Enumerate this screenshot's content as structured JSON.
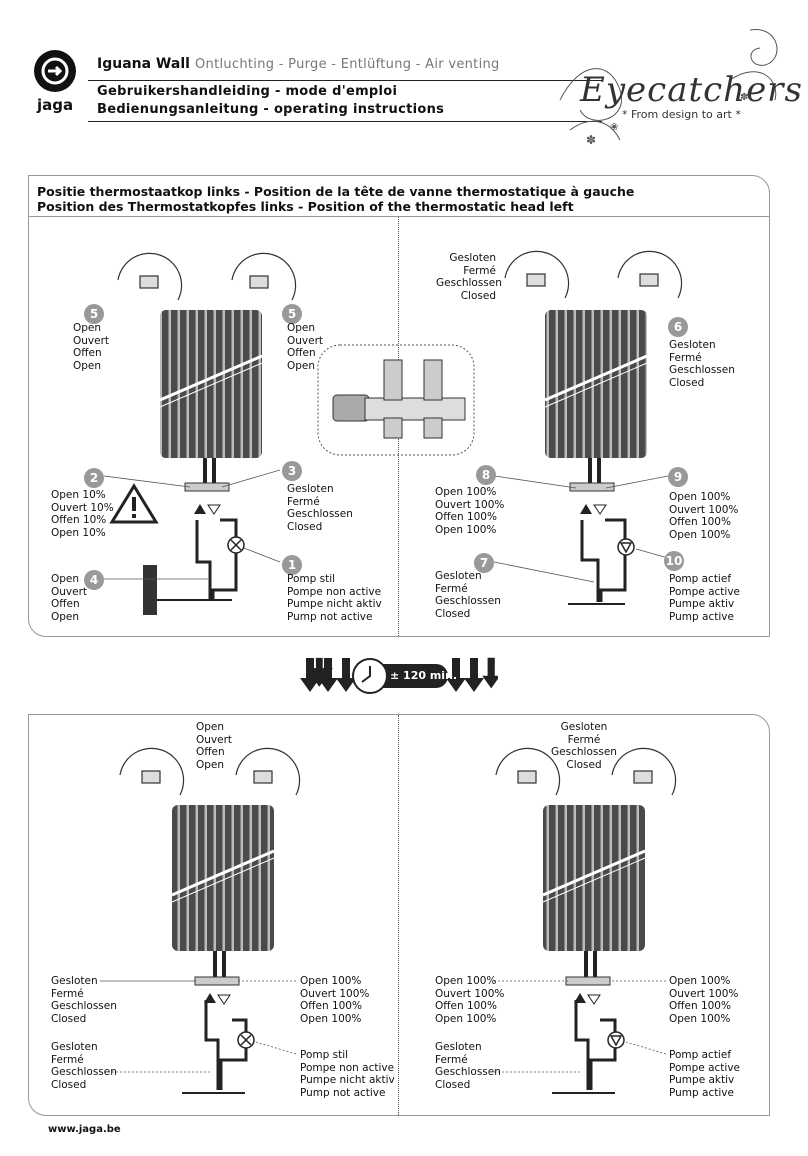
{
  "brand": {
    "logo_text": "jaga",
    "name": "Eyecatchers",
    "tagline": "* From design to art *"
  },
  "header": {
    "product": "Iguana Wall",
    "subtitle": "Ontluchting - Purge - Entlüftung - Air venting",
    "line1": "Gebruikershandleiding - mode d'emploi",
    "line2": "Bedienungsanleitung - operating instructions"
  },
  "section": {
    "title1": "Positie thermostaatkop links - Position de la tête de vanne thermostatique à gauche",
    "title2": "Position des Thermostatkopfes links - Position of the thermostatic head left"
  },
  "labels": {
    "open": [
      "Open",
      "Ouvert",
      "Offen",
      "Open"
    ],
    "closed": [
      "Gesloten",
      "Fermé",
      "Geschlossen",
      "Closed"
    ],
    "open10": [
      "Open 10%",
      "Ouvert 10%",
      "Offen 10%",
      "Open 10%"
    ],
    "open100": [
      "Open 100%",
      "Ouvert 100%",
      "Offen 100%",
      "Open 100%"
    ],
    "pump_off": [
      "Pomp stil",
      "Pompe non active",
      "Pumpe nicht aktiv",
      "Pump not active"
    ],
    "pump_on": [
      "Pomp actief",
      "Pompe active",
      "Pumpe aktiv",
      "Pump active"
    ]
  },
  "steps": {
    "s1": "1",
    "s2": "2",
    "s3": "3",
    "s4": "4",
    "s5": "5",
    "s6": "6",
    "s7": "7",
    "s8": "8",
    "s9": "9",
    "s10": "10"
  },
  "timer": "± 120 min.",
  "footer": {
    "url": "www.jaga.be"
  }
}
